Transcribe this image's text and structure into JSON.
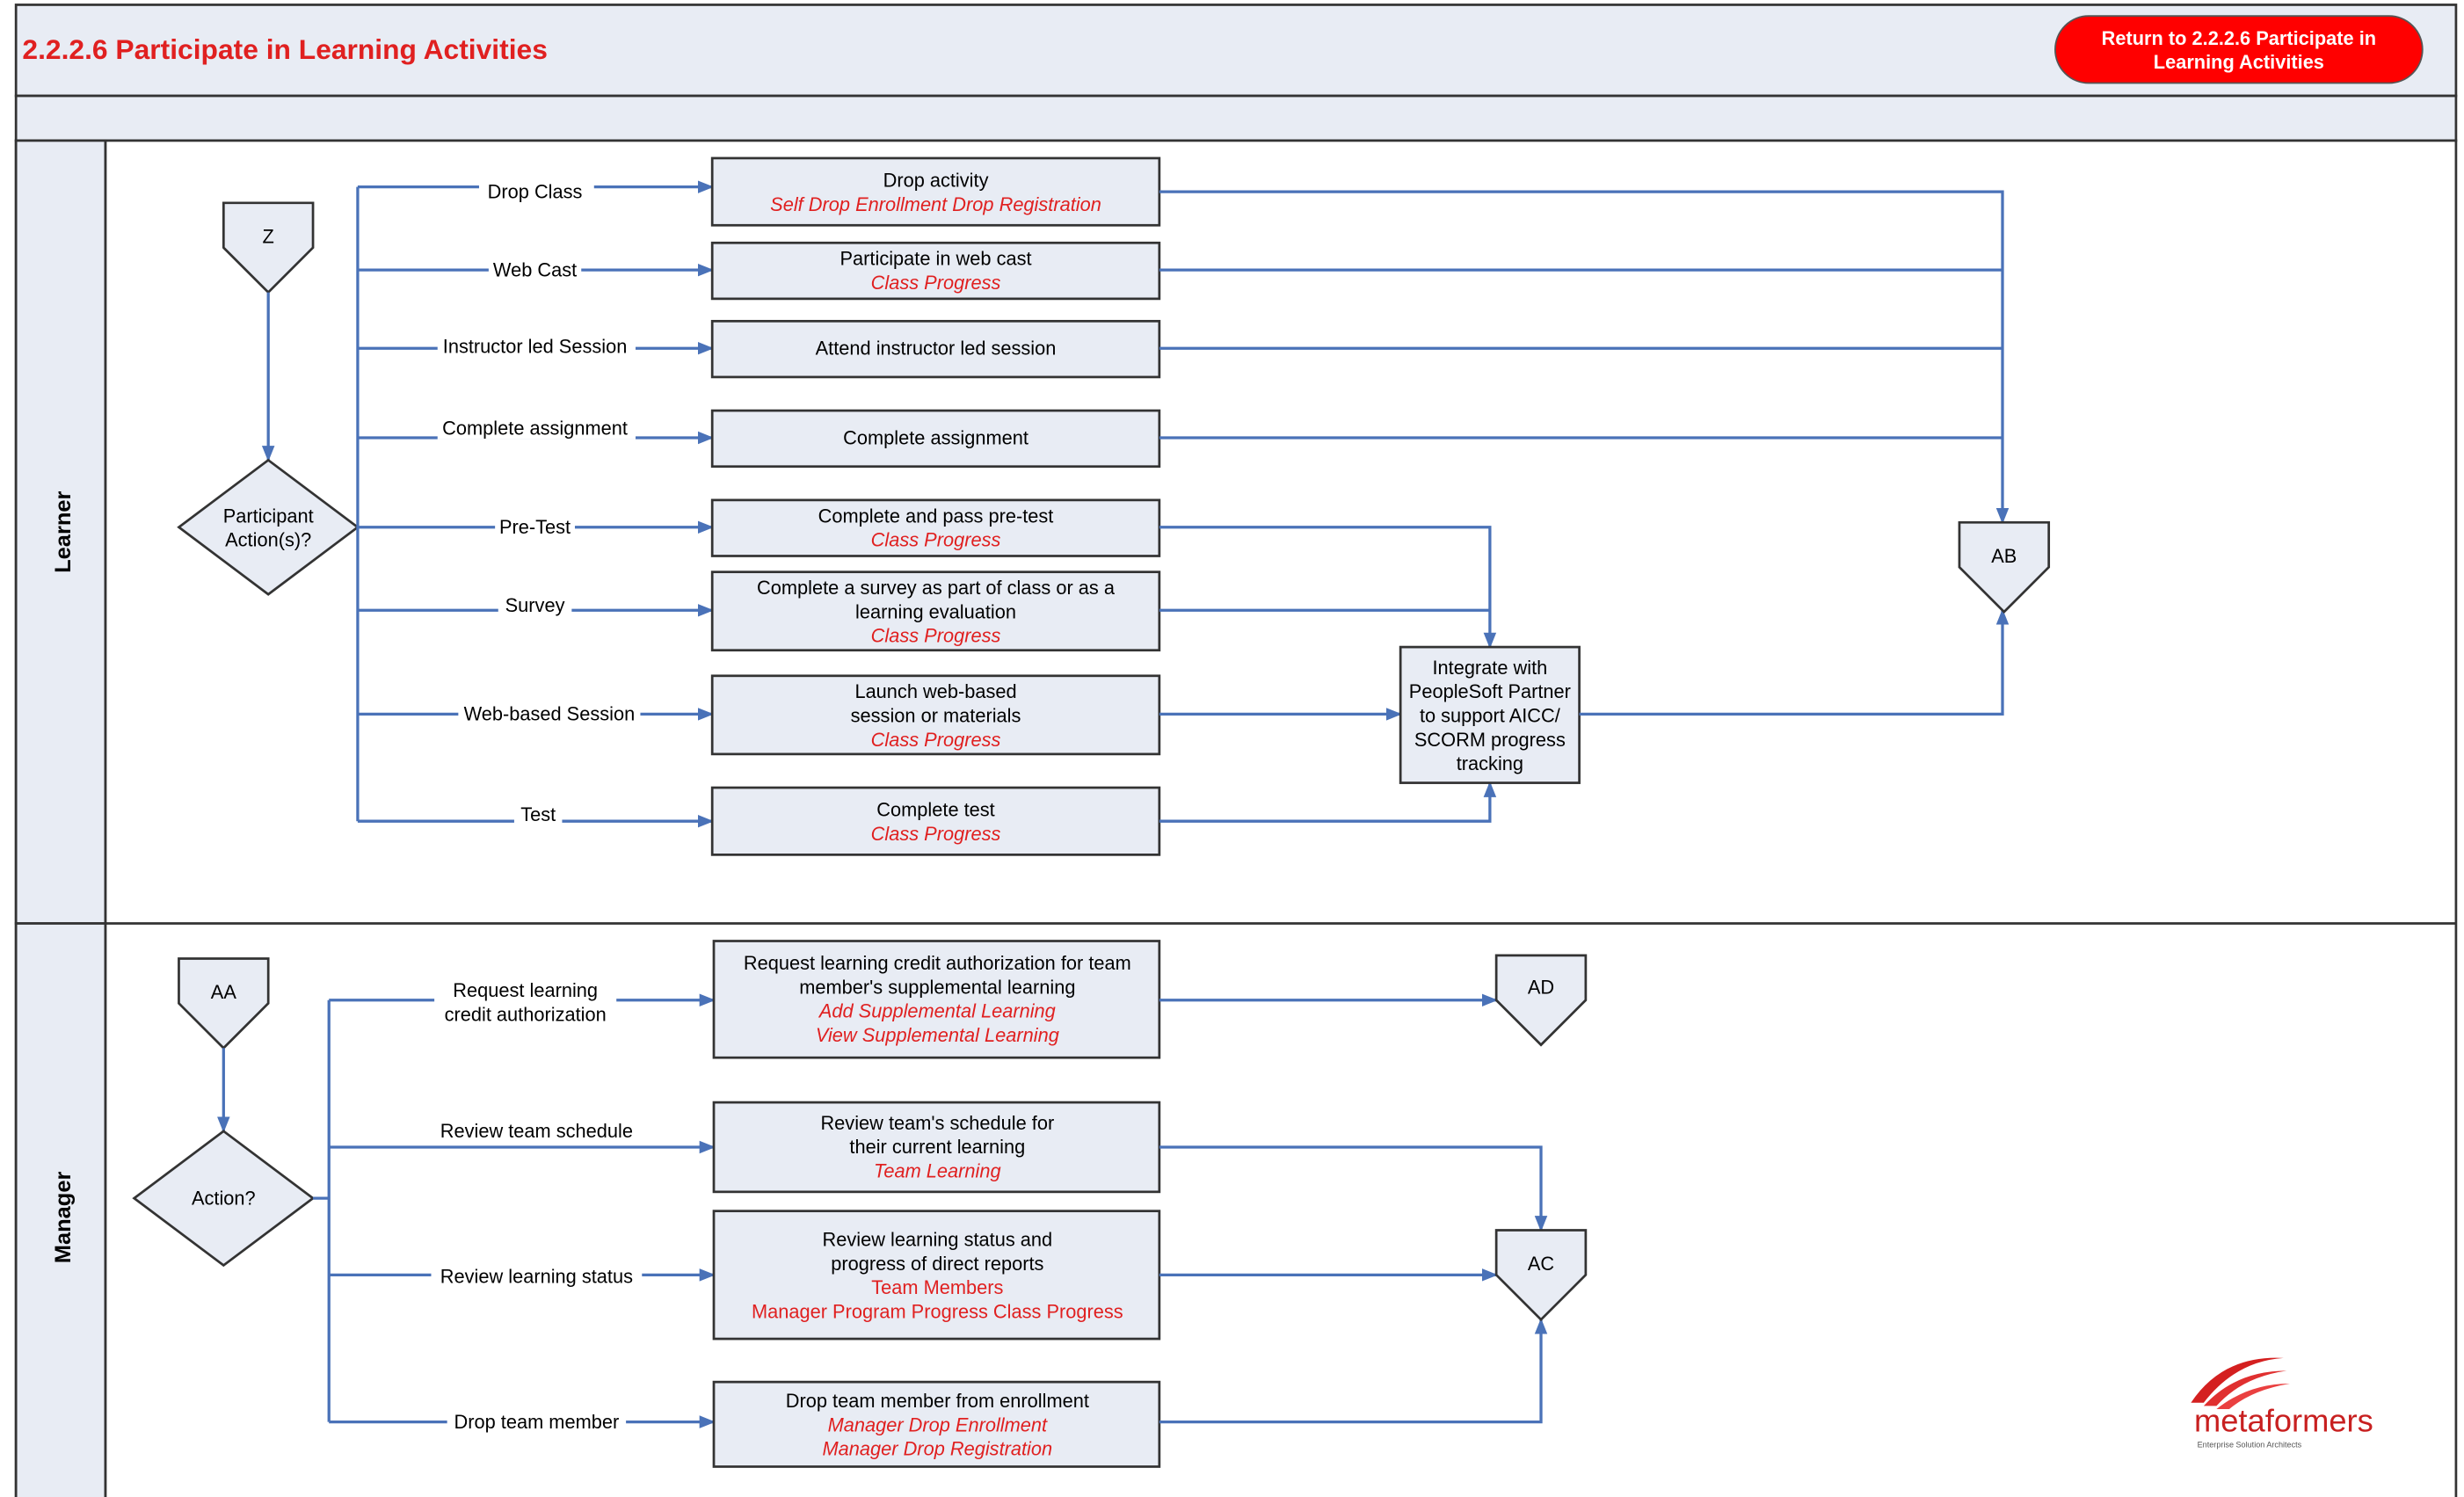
{
  "title": "2.2.2.6 Participate in Learning Activities",
  "return_button": [
    "Return to 2.2.2.6 Participate in",
    "Learning Activities"
  ],
  "lanes": {
    "learner": "Learner",
    "manager": "Manager"
  },
  "connectors": {
    "z": "Z",
    "ab": "AB",
    "aa": "AA",
    "ad": "AD",
    "ac": "AC"
  },
  "decisions": {
    "learner": [
      "Participant",
      "Action(s)?"
    ],
    "manager": "Action?"
  },
  "learner_branches": [
    {
      "label": "Drop Class",
      "lines": [
        "Drop activity"
      ],
      "links": [
        "Self Drop Enrollment Drop Registration"
      ]
    },
    {
      "label": "Web Cast",
      "lines": [
        "Participate in web cast"
      ],
      "links": [
        "Class Progress"
      ]
    },
    {
      "label": "Instructor led Session",
      "lines": [
        "Attend instructor led session"
      ],
      "links": []
    },
    {
      "label": "Complete assignment",
      "lines": [
        "Complete assignment"
      ],
      "links": []
    },
    {
      "label": "Pre-Test",
      "lines": [
        "Complete and pass pre-test"
      ],
      "links": [
        "Class Progress"
      ]
    },
    {
      "label": "Survey",
      "lines": [
        "Complete a survey as part of class or as a",
        "learning evaluation"
      ],
      "links": [
        "Class Progress"
      ]
    },
    {
      "label": "Web-based Session",
      "lines": [
        "Launch web-based",
        "session or materials"
      ],
      "links": [
        "Class Progress"
      ]
    },
    {
      "label": "Test",
      "lines": [
        "Complete test"
      ],
      "links": [
        "Class Progress"
      ]
    }
  ],
  "integrate": [
    "Integrate with",
    "PeopleSoft Partner",
    "to support AICC/",
    "SCORM progress",
    "tracking"
  ],
  "manager_branches": [
    {
      "label": [
        "Request learning",
        "credit authorization"
      ],
      "lines": [
        "Request learning credit authorization for team",
        "member's supplemental learning"
      ],
      "links": [
        "Add Supplemental Learning",
        "View Supplemental Learning"
      ],
      "italic": true
    },
    {
      "label": [
        "Review team schedule"
      ],
      "lines": [
        "Review team's schedule for",
        "their current learning"
      ],
      "links": [
        "Team Learning"
      ],
      "italic": true
    },
    {
      "label": [
        "Review learning status"
      ],
      "lines": [
        "Review learning status and",
        "progress of direct reports"
      ],
      "links": [
        "Team Members",
        "Manager Program Progress Class Progress"
      ],
      "italic": false
    },
    {
      "label": [
        "Drop team member"
      ],
      "lines": [
        "Drop team member from enrollment"
      ],
      "links": [
        "Manager Drop Enrollment",
        "Manager Drop Registration"
      ],
      "italic": true
    }
  ],
  "logo": {
    "text": "metaformers",
    "tagline": "Enterprise Solution Architects"
  },
  "colors": {
    "accent": "#e02020",
    "connector": "#4a72b8",
    "box_fill": "#e8ecf4",
    "header_fill": "#e8ecf4"
  }
}
